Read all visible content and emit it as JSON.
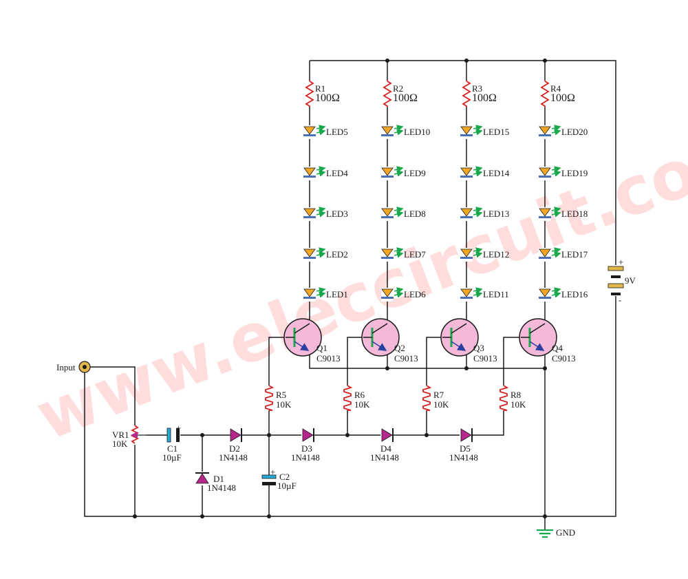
{
  "watermark": "www.eleccircuit.com",
  "colors": {
    "wire": "#1a1a1a",
    "resistor": "#d32020",
    "led": "#f5a623",
    "led_bar": "#4a6fb5",
    "led_arrow": "#1aa84c",
    "transistor_fill": "#f4b8d8",
    "diode": "#b4288c",
    "capacitor": "#2aa8d6",
    "pot_arrow": "#b4288c",
    "input_jack": "#e0b84a",
    "ground": "#1aa84c",
    "battery": "#e0b84a",
    "watermark": "#ff6a6a"
  },
  "labels": {
    "input": "Input",
    "gnd": "GND",
    "battery_plus": "+",
    "battery_minus": "-",
    "battery_value": "9V",
    "cap_plus": "+",
    "vr1_name": "VR1",
    "vr1_value": "10K",
    "c1_name": "C1",
    "c1_value": "10µF",
    "c2_name": "C2",
    "c2_value": "10µF",
    "d1_name": "D1",
    "d1_value": "1N4148",
    "d2_name": "D2",
    "d2_value": "1N4148",
    "d3_name": "D3",
    "d3_value": "1N4148",
    "d4_name": "D4",
    "d4_value": "1N4148",
    "d5_name": "D5",
    "d5_value": "1N4148"
  },
  "columns": [
    {
      "r_name": "R1",
      "r_value": "100Ω",
      "leds": [
        "LED5",
        "LED4",
        "LED3",
        "LED2",
        "LED1"
      ],
      "q_name": "Q1",
      "q_type": "C9013",
      "rb_name": "R5",
      "rb_value": "10K"
    },
    {
      "r_name": "R2",
      "r_value": "100Ω",
      "leds": [
        "LED10",
        "LED9",
        "LED8",
        "LED7",
        "LED6"
      ],
      "q_name": "Q2",
      "q_type": "C9013",
      "rb_name": "R6",
      "rb_value": "10K"
    },
    {
      "r_name": "R3",
      "r_value": "100Ω",
      "leds": [
        "LED15",
        "LED14",
        "LED13",
        "LED12",
        "LED11"
      ],
      "q_name": "Q3",
      "q_type": "C9013",
      "rb_name": "R7",
      "rb_value": "10K"
    },
    {
      "r_name": "R4",
      "r_value": "100Ω",
      "leds": [
        "LED20",
        "LED19",
        "LED18",
        "LED17",
        "LED16"
      ],
      "q_name": "Q4",
      "q_type": "C9013",
      "rb_name": "R8",
      "rb_value": "10K"
    }
  ]
}
